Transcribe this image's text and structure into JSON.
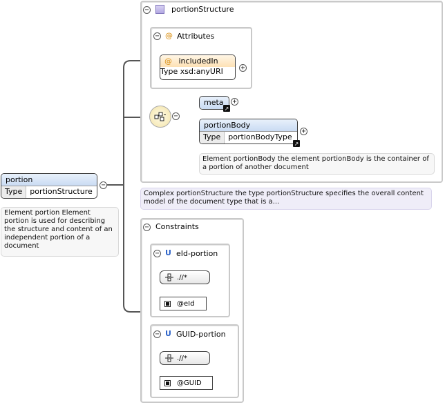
{
  "root": {
    "name": "portion",
    "type_key": "Type",
    "type_value": "portionStructure",
    "doc": "Element portion Element portion is used for describing the structure and content of an independent portion of a document"
  },
  "complex": {
    "title": "portionStructure",
    "doc": "Complex portionStructure the type portionStructure specifies the overall content model of the document type that is a..."
  },
  "attributes": {
    "title": "Attributes",
    "items": [
      {
        "name": "includedIn",
        "type_key": "Type",
        "type_value": "xsd:anyURI"
      }
    ]
  },
  "sequence": {
    "meta": {
      "name": "meta"
    },
    "portionBody": {
      "name": "portionBody",
      "type_key": "Type",
      "type_value": "portionBodyType",
      "doc": "Element portionBody the element portionBody is the container of a portion of another document"
    }
  },
  "constraints": {
    "title": "Constraints",
    "items": [
      {
        "badge": "U",
        "name": "eId-portion",
        "selector": ".//*",
        "field": "@eId"
      },
      {
        "badge": "U",
        "name": "GUID-portion",
        "selector": ".//*",
        "field": "@GUID"
      }
    ]
  },
  "symbols": {
    "collapse": "⊖",
    "expand": "+",
    "at": "@"
  },
  "colors": {
    "element_header": "#c9dbf3",
    "attribute_header": "#fde1b5",
    "unique_badge": "#2d63c8"
  }
}
